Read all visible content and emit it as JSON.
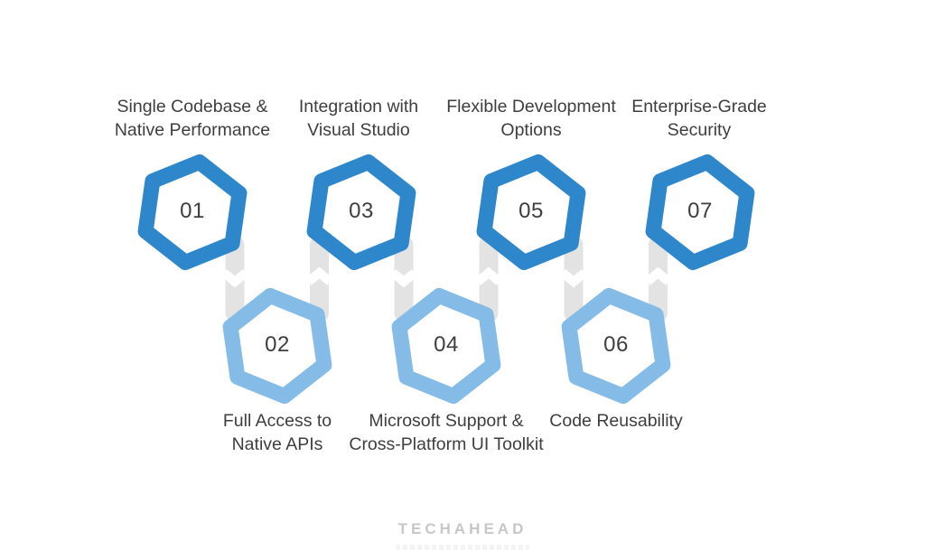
{
  "brand": {
    "logo_text": "TECHAHEAD"
  },
  "colors": {
    "dark_blue": "#2e87ca",
    "light_blue": "#85bce7",
    "connector_gray": "#e3e3e3",
    "text_color": "#3e3e3e",
    "logo_gray": "#c7c7c7"
  },
  "items": [
    {
      "number": "01",
      "label": "Single Codebase &\nNative Performance",
      "row": "top"
    },
    {
      "number": "02",
      "label": "Full Access to\nNative APIs",
      "row": "bottom"
    },
    {
      "number": "03",
      "label": "Integration with\nVisual Studio",
      "row": "top"
    },
    {
      "number": "04",
      "label": "Microsoft Support &\nCross-Platform UI Toolkit",
      "row": "bottom"
    },
    {
      "number": "05",
      "label": "Flexible Development\nOptions",
      "row": "top"
    },
    {
      "number": "06",
      "label": "Code Reusability",
      "row": "bottom"
    },
    {
      "number": "07",
      "label": "Enterprise-Grade\nSecurity",
      "row": "top"
    }
  ]
}
